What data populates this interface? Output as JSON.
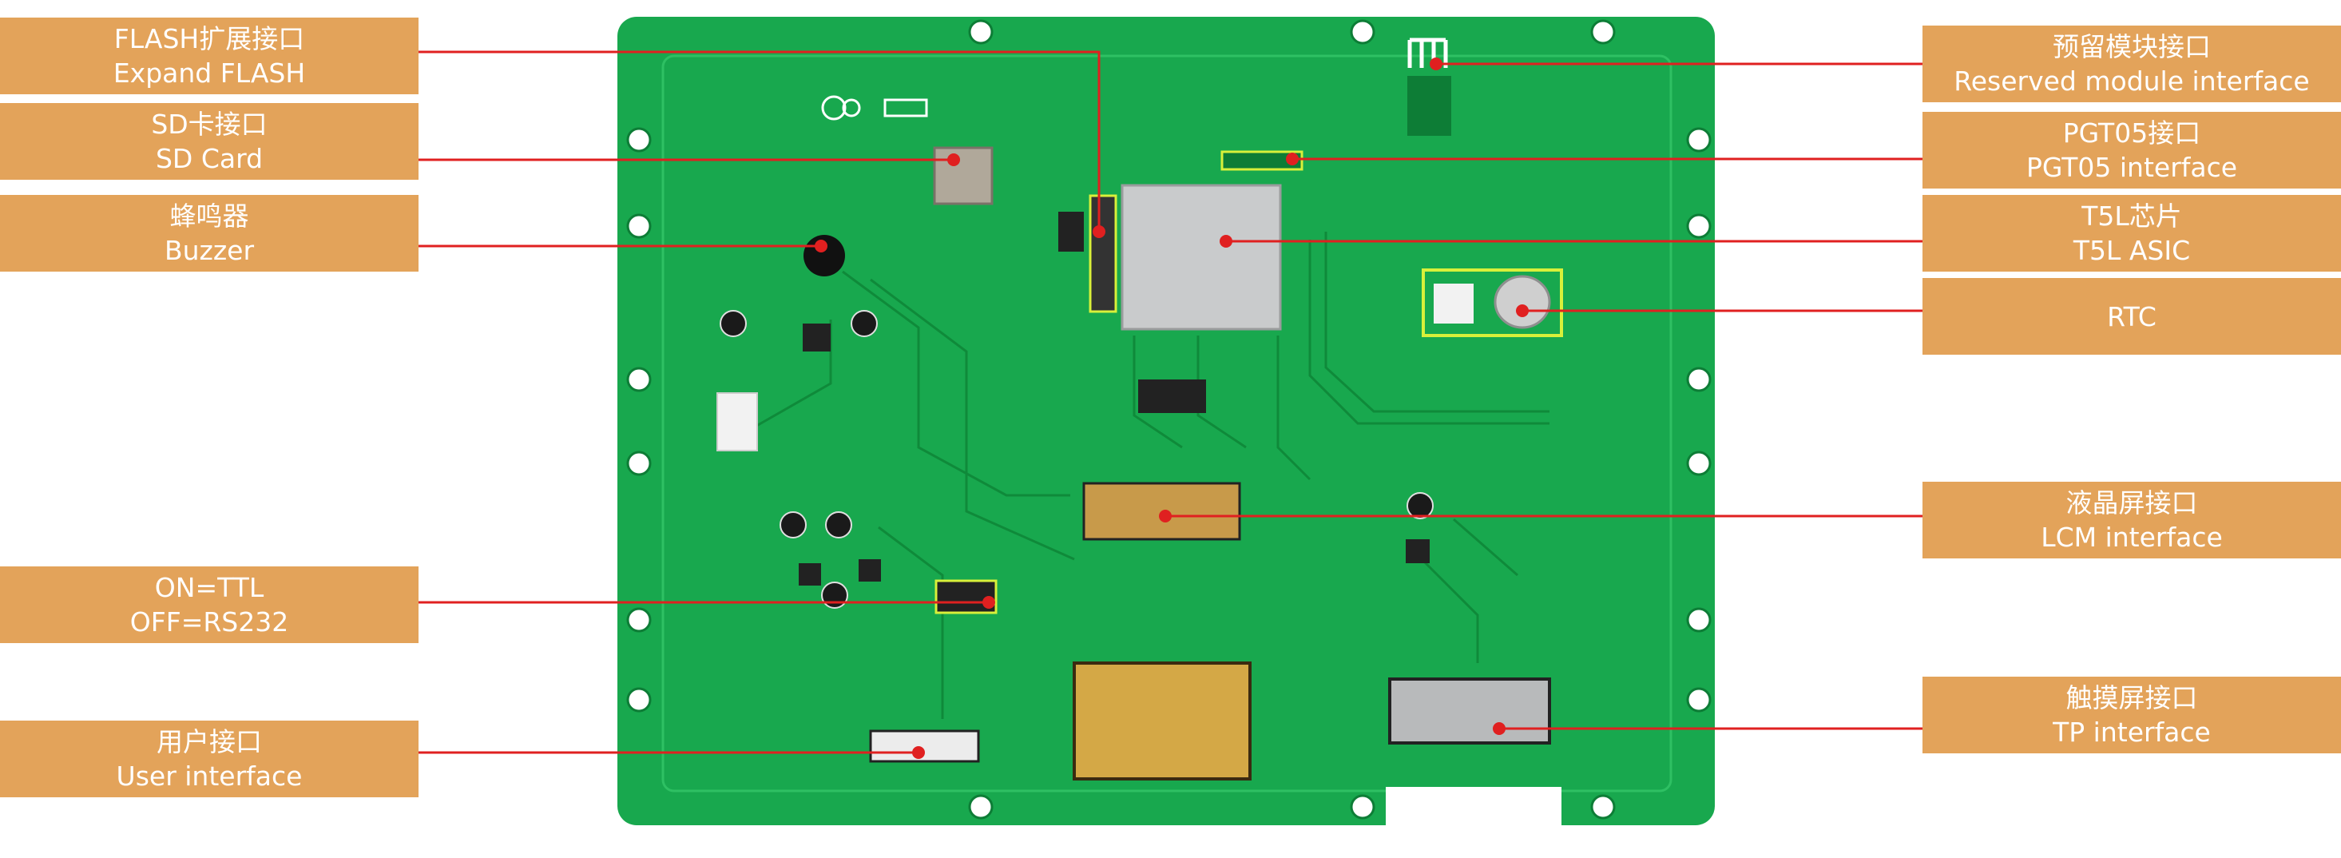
{
  "colors": {
    "pcb": "#18a84e",
    "pcb_dark": "#0d7d36",
    "label_bg": "#e3a35a",
    "label_text": "#ffffff",
    "leader_line": "#e02020",
    "highlight_box": "#d8f03a"
  },
  "callouts_left": [
    {
      "cn": "FLASH扩展接口",
      "en": "Expand FLASH"
    },
    {
      "cn": "SD卡接口",
      "en": "SD Card"
    },
    {
      "cn": "蜂鸣器",
      "en": "Buzzer"
    },
    {
      "cn": "ON=TTL",
      "en": "OFF=RS232"
    },
    {
      "cn": "用户接口",
      "en": "User interface"
    }
  ],
  "callouts_right": [
    {
      "cn": "预留模块接口",
      "en": "Reserved module interface"
    },
    {
      "cn": "PGT05接口",
      "en": "PGT05 interface"
    },
    {
      "cn": "T5L芯片",
      "en": "T5L ASIC"
    },
    {
      "cn": "RTC",
      "en": ""
    },
    {
      "cn": "液晶屏接口",
      "en": "LCM interface"
    },
    {
      "cn": "触摸屏接口",
      "en": "TP interface"
    }
  ]
}
